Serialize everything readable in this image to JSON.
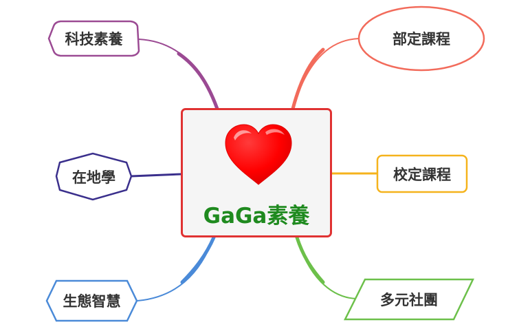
{
  "center": {
    "title": "GaGa素養",
    "icon": "heart-icon",
    "border_color": "#e03232",
    "title_color": "#1f8a1f"
  },
  "branches": [
    {
      "id": "tech",
      "label": "科技素養",
      "shape": "hexagon-rounded",
      "color": "#9b4a93",
      "side": "left"
    },
    {
      "id": "local",
      "label": "在地學",
      "shape": "hexagon",
      "color": "#3a2f8c",
      "side": "left"
    },
    {
      "id": "eco",
      "label": "生態智慧",
      "shape": "hexagon-pointed",
      "color": "#4a8ad8",
      "side": "left"
    },
    {
      "id": "national",
      "label": "部定課程",
      "shape": "ellipse",
      "color": "#f26b5b",
      "side": "right"
    },
    {
      "id": "school",
      "label": "校定課程",
      "shape": "rounded-rect",
      "color": "#f5b31c",
      "side": "right"
    },
    {
      "id": "clubs",
      "label": "多元社團",
      "shape": "parallelogram",
      "color": "#6cc04a",
      "side": "right"
    }
  ]
}
